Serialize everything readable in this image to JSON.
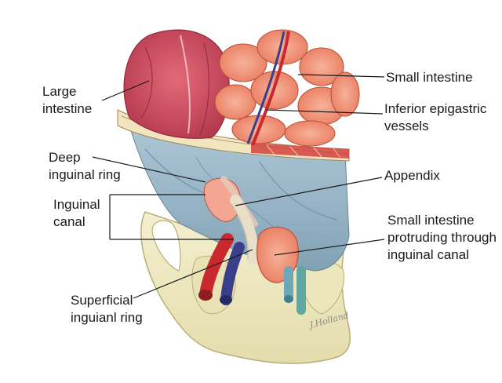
{
  "labels": {
    "large_intestine": [
      "Large",
      "intestine"
    ],
    "small_intestine": [
      "Small intestine"
    ],
    "inferior_epigastric": [
      "Inferior epigastric",
      "vessels"
    ],
    "deep_inguinal_ring": [
      "Deep",
      "inguinal ring"
    ],
    "appendix": [
      "Appendix"
    ],
    "inguinal_canal": [
      "Inguinal",
      "canal"
    ],
    "small_intestine_protruding": [
      "Small intestine",
      "protruding through",
      "inguinal canal"
    ],
    "superficial_ring": [
      "Superficial",
      "inguianl ring"
    ]
  },
  "signature": "J.Holland",
  "colors": {
    "large_intestine": "#c94a5c",
    "small_intestine": "#ef8f73",
    "bone": "#efeac4",
    "membrane": "#8fb0c4",
    "artery": "#c8282e",
    "vein": "#3a3f8a",
    "leader": "#1a1a1a"
  }
}
